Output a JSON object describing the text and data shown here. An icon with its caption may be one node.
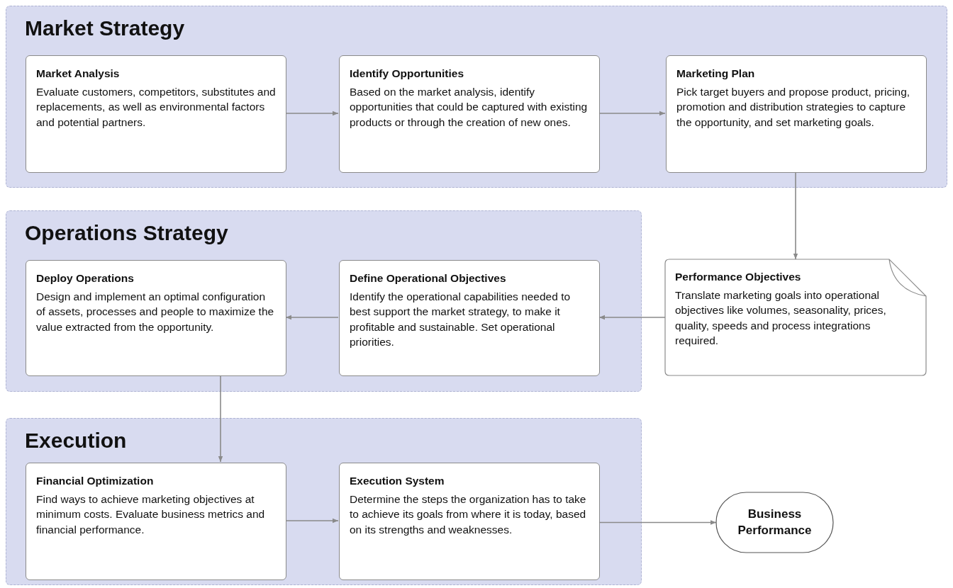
{
  "diagram": {
    "nodes": [
      {
        "text": [
          "Market Strategy"
        ]
      },
      {
        "text": [
          "Market Analysis",
          "Evaluate customers, competitors, substitutes and replacements, as well as environmental factors and potential partners."
        ],
        "in": 0
      },
      {
        "text": [
          "Identify Opportunities",
          "Based on the market analysis, identify opportunities that could be captured with existing products or through the creation of new ones."
        ],
        "in": 0
      },
      {
        "text": [
          "Marketing Plan",
          "Pick target buyers and propose product, pricing, promotion and distribution strategies to capture the opportunity, and set marketing goals."
        ],
        "in": 0
      },
      {
        "text": [
          "Operations Strategy"
        ]
      },
      {
        "text": [
          "Deploy Operations",
          "Design and implement an optimal configuration of assets, processes and people to maximize the value extracted from the opportunity."
        ],
        "in": 4
      },
      {
        "text": [
          "Define Operational Objectives",
          "Identify the operational capabilities needed to best support the market strategy, to make it profitable and sustainable. Set operational priorities."
        ],
        "in": 4
      },
      {
        "text": [
          "Performance Objectives",
          "Translate marketing goals into operational objectives like volumes, seasonality, prices, quality, speeds and process integrations required."
        ]
      },
      {
        "text": [
          "Execution"
        ]
      },
      {
        "text": [
          "Financial Optimization",
          "Find ways to achieve marketing objectives at minimum costs. Evaluate business metrics and financial performance."
        ],
        "in": 8
      },
      {
        "text": [
          "Execution System",
          "Determine the steps the organization has to take to achieve its goals from where it is today, based on its strengths and weaknesses."
        ],
        "in": 8
      },
      {
        "text": [
          "Business Performance"
        ]
      }
    ],
    "edges": [
      {
        "from": 1,
        "to": 2,
        "arrow": "to"
      },
      {
        "from": 2,
        "to": 3,
        "arrow": "to"
      },
      {
        "from": 3,
        "to": 7,
        "arrow": "to"
      },
      {
        "from": 7,
        "to": 6,
        "arrow": "to"
      },
      {
        "from": 6,
        "to": 5,
        "arrow": "to"
      },
      {
        "from": 5,
        "to": 9,
        "arrow": "to"
      },
      {
        "from": 9,
        "to": 10,
        "arrow": "to"
      },
      {
        "from": 10,
        "to": 11,
        "arrow": "to"
      }
    ]
  }
}
